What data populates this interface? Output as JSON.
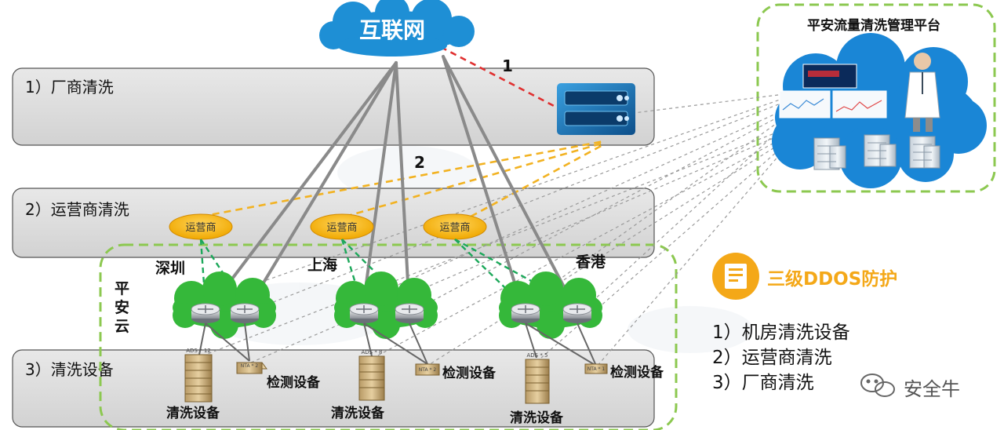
{
  "diagram": {
    "internet_label": "互联网",
    "platform_title": "平安流量清洗管理平台",
    "layers": [
      {
        "label": "1）厂商清洗"
      },
      {
        "label": "2）运营商清洗"
      },
      {
        "label": "3）清洗设备"
      }
    ],
    "path_numbers": [
      "1",
      "2"
    ],
    "carrier_label": "运营商",
    "city_labels": [
      "深圳",
      "上海",
      "香港"
    ],
    "cloud_vertical_label": [
      "平",
      "安",
      "云"
    ],
    "device_labels": {
      "scrubbing": "清洗设备",
      "detection": "检测设备"
    },
    "device_tags": [
      "ADS * 12",
      "NTA * 2",
      "ADS * 8",
      "NTA * 2",
      "ADS * 5",
      "NTA * 1"
    ]
  },
  "legend": {
    "title": "三级DDOS防护",
    "items": [
      "1）机房清洗设备",
      "2）运营商清洗",
      "3）厂商清洗"
    ],
    "icon": "document-icon"
  },
  "watermark": {
    "text": "安全牛",
    "icon": "wechat-icon"
  },
  "colors": {
    "internet_cloud": "#1e8fd5",
    "platform_cloud": "#1a86d6",
    "green_cloud": "#35b83a",
    "band_fill": "#dcdcdc",
    "link_gray": "#8c8c8c",
    "red_dash": "#e03030",
    "orange_dash": "#f2b221",
    "green_dash": "#1ca85a",
    "region_border": "#8cc850",
    "carrier_fill": "#f5b820",
    "legend_orange": "#f4a818"
  }
}
